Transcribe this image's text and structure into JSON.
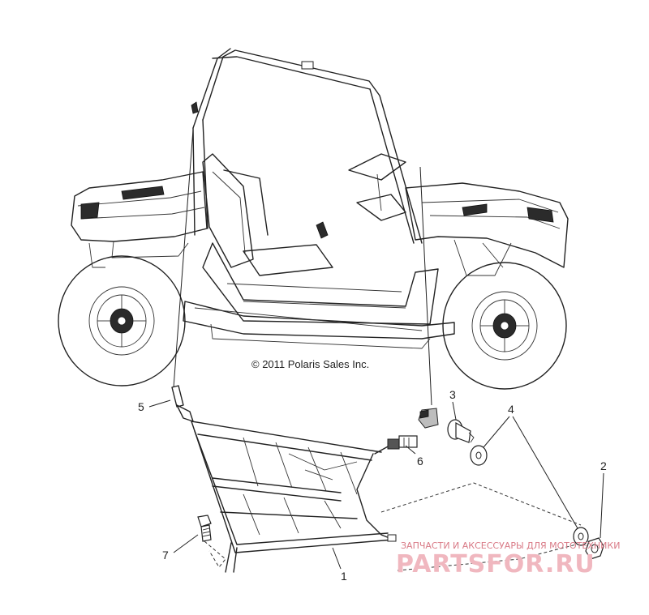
{
  "copyright": "© 2011 Polaris Sales Inc.",
  "callouts": [
    {
      "id": "1",
      "label": "1"
    },
    {
      "id": "2",
      "label": "2"
    },
    {
      "id": "3",
      "label": "3"
    },
    {
      "id": "4",
      "label": "4"
    },
    {
      "id": "5",
      "label": "5"
    },
    {
      "id": "6",
      "label": "6"
    },
    {
      "id": "7",
      "label": "7"
    }
  ],
  "watermark": {
    "tagline": "ЗАПЧАСТИ И АКСЕССУАРЫ ДЛЯ МОТОТЕХНИКИ",
    "logo": "PARTSFOR.RU"
  },
  "colors": {
    "line": "#222222",
    "watermark_red": "#d97a86",
    "watermark_pink": "#f0b7bf"
  }
}
